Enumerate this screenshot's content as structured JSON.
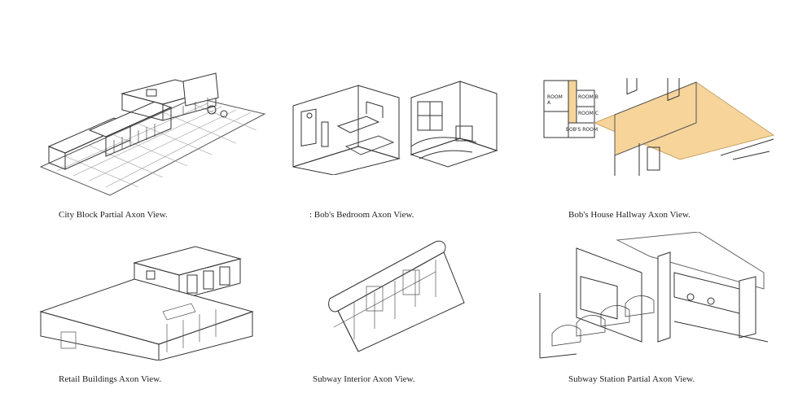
{
  "captions": {
    "city_block": "City Block Partial Axon View.",
    "bedroom": ": Bob's Bedroom Axon View.",
    "hallway": "Bob's House Hallway Axon View.",
    "retail": "Retail Buildings Axon View.",
    "subway_interior": "Subway Interior Axon View.",
    "subway_station": "Subway Station Partial Axon View."
  },
  "floorplan_labels": {
    "room_a": "ROOM A",
    "room_b": "ROOM B",
    "room_c": "ROOM C",
    "bobs_room": "BOB'S ROOM"
  },
  "colors": {
    "line": "#333333",
    "hallway_fill": "#f6d49a",
    "background": "#ffffff"
  }
}
